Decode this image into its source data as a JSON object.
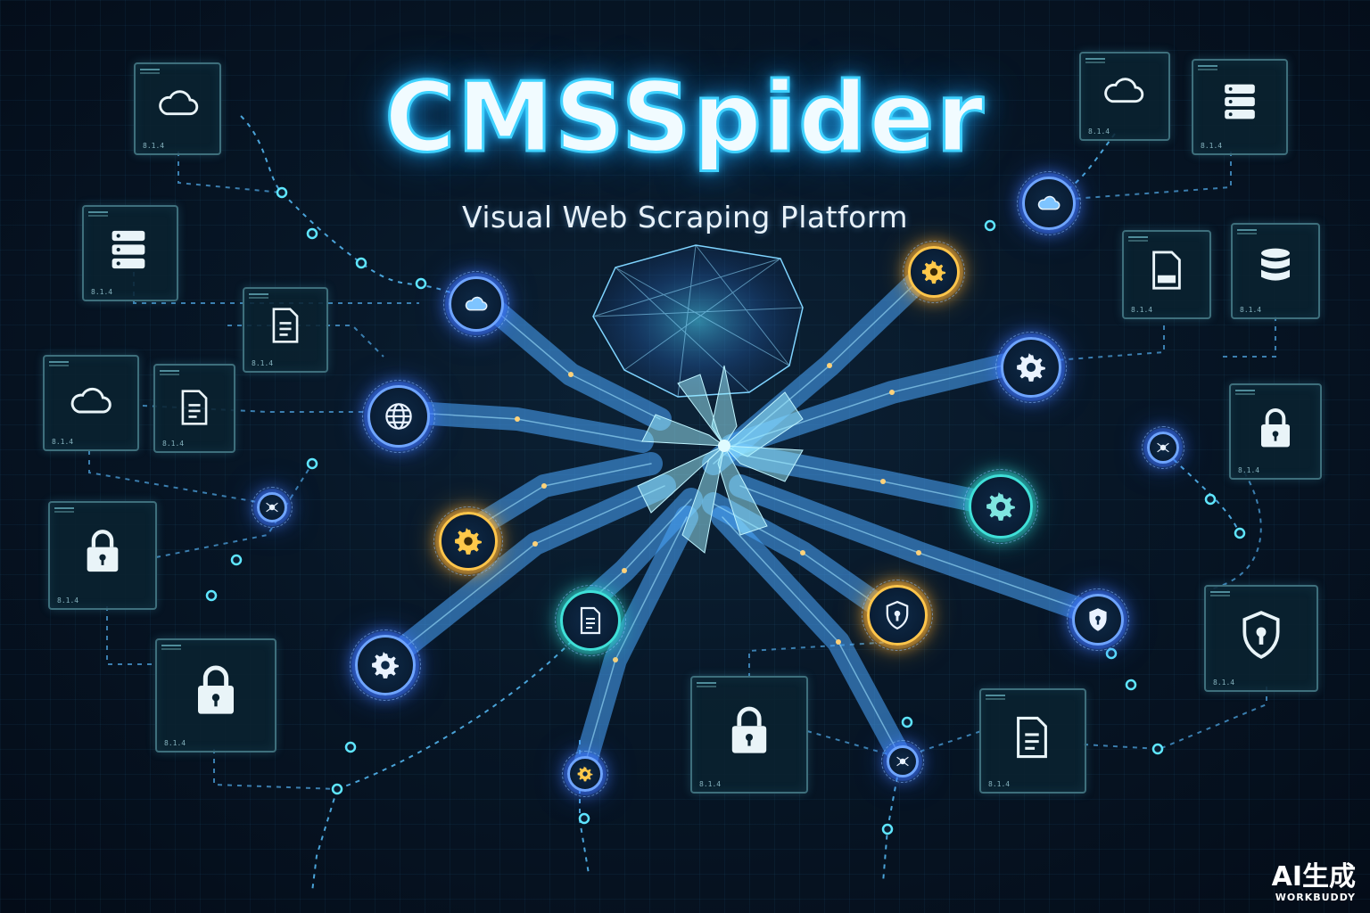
{
  "header": {
    "title": "CMSSpider",
    "subtitle": "Visual Web Scraping Platform"
  },
  "card_version_label": "8.1.4",
  "watermark": {
    "line1": "AI生成",
    "line2": "WORKBUDDY"
  },
  "cards": [
    {
      "icon": "cloud-icon"
    },
    {
      "icon": "server-icon"
    },
    {
      "icon": "document-icon"
    },
    {
      "icon": "cloud-icon"
    },
    {
      "icon": "document-icon"
    },
    {
      "icon": "lock-icon"
    },
    {
      "icon": "lock-icon"
    },
    {
      "icon": "cloud-icon"
    },
    {
      "icon": "server-icon"
    },
    {
      "icon": "document-icon"
    },
    {
      "icon": "database-icon"
    },
    {
      "icon": "lock-icon"
    },
    {
      "icon": "shield-icon"
    },
    {
      "icon": "lock-icon"
    },
    {
      "icon": "document-icon"
    }
  ],
  "nodes": [
    {
      "icon": "cloud-icon",
      "tone": "blue"
    },
    {
      "icon": "globe-icon",
      "tone": "blue"
    },
    {
      "icon": "spider-icon",
      "tone": "blue"
    },
    {
      "icon": "gear-icon",
      "tone": "gold"
    },
    {
      "icon": "gear-icon",
      "tone": "blue"
    },
    {
      "icon": "document-icon",
      "tone": "teal"
    },
    {
      "icon": "gear-icon",
      "tone": "blue"
    },
    {
      "icon": "cloud-icon",
      "tone": "blue"
    },
    {
      "icon": "gear-icon",
      "tone": "gold"
    },
    {
      "icon": "gear-icon",
      "tone": "blue"
    },
    {
      "icon": "spider-icon",
      "tone": "blue"
    },
    {
      "icon": "gear-icon",
      "tone": "teal"
    },
    {
      "icon": "shield-icon",
      "tone": "gold"
    },
    {
      "icon": "shield-icon",
      "tone": "blue"
    },
    {
      "icon": "spider-icon",
      "tone": "blue"
    }
  ],
  "colors": {
    "background": "#071626",
    "title_glow": "#3fd2ff",
    "node_blue": "#6ea4ff",
    "node_gold": "#ffc54a",
    "node_teal": "#3fe0d8",
    "card_border": "#3e6f7c"
  }
}
